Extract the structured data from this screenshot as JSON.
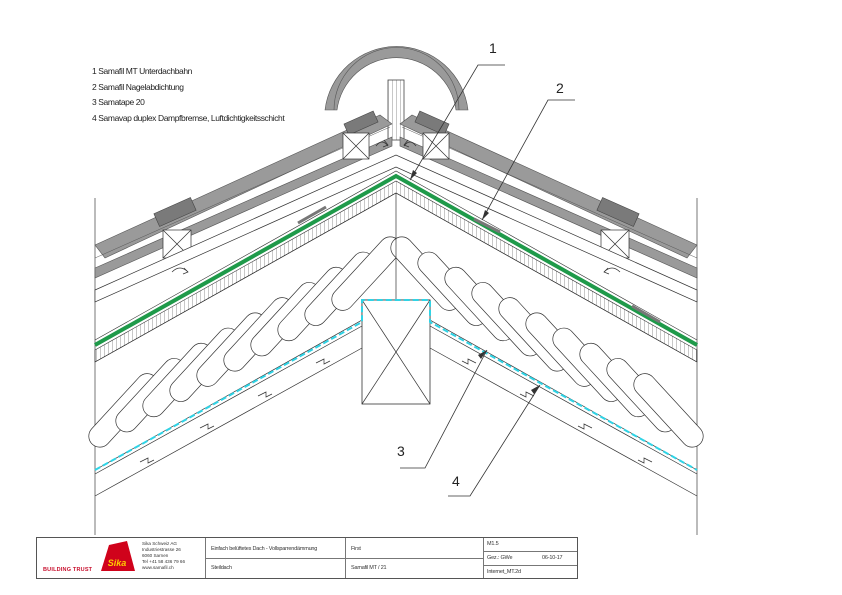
{
  "legend": {
    "items": [
      "1 Samafil MT Unterdachbahn",
      "2 Samafil Nagelabdichtung",
      "3 Samatape 20",
      "4 Samavap duplex Dampfbremse, Luftdichtigkeitsschicht"
    ]
  },
  "callouts": [
    "1",
    "2",
    "3",
    "4"
  ],
  "titleblock": {
    "brand": "BUILDING TRUST",
    "logo_text": "Sika",
    "company_lines": [
      "Sika Schweiz AG",
      "Industriestrasse 26",
      "6060 Sarnen",
      "Tel +41 58 436 79 66",
      "www.samafil.ch"
    ],
    "description": "Einfach belüftetes Dach - Vollsparrendämmung",
    "roof_type": "Steildach",
    "detail": "First",
    "product": "Samafil MT / 21",
    "code": "M1.5",
    "drawn_by": "Gez.: GWe",
    "date": "06-10-17",
    "file": "Internet_MT.2d"
  },
  "colors": {
    "green_membrane": "#1f9a4a",
    "cyan_barrier": "#2fd4e6",
    "tile_gray": "#9a9a9a",
    "logo_red": "#d0021b"
  }
}
